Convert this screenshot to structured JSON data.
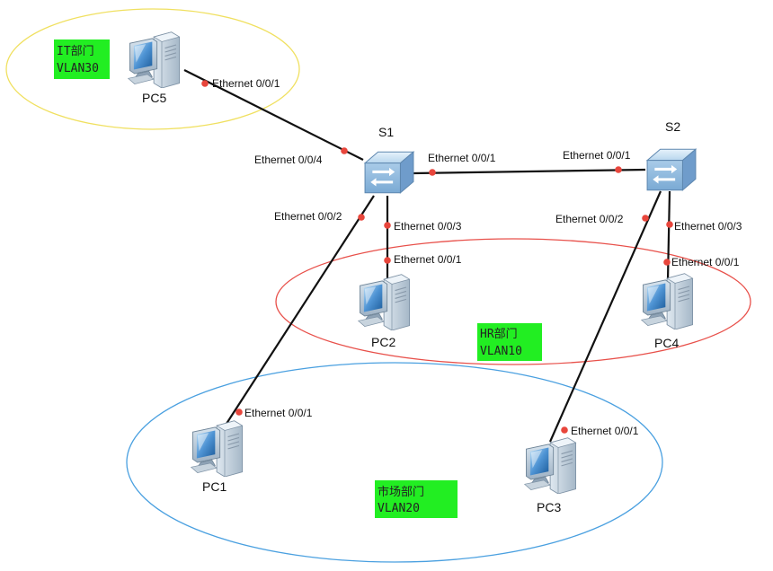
{
  "groups": {
    "it": {
      "name": "IT部门",
      "vlan": "VLAN30",
      "color": "#f0e060"
    },
    "hr": {
      "name": "HR部门",
      "vlan": "VLAN10",
      "color": "#e8504a"
    },
    "mkt": {
      "name": "市场部门",
      "vlan": "VLAN20",
      "color": "#4aa0e0"
    }
  },
  "nodes": {
    "pc5": "PC5",
    "s1": "S1",
    "s2": "S2",
    "pc2": "PC2",
    "pc4": "PC4",
    "pc1": "PC1",
    "pc3": "PC3"
  },
  "ports": {
    "pc5_eth": "Ethernet 0/0/1",
    "s1_e4": "Ethernet 0/0/4",
    "s1_e1": "Ethernet 0/0/1",
    "s2_e1": "Ethernet 0/0/1",
    "s1_e2": "Ethernet 0/0/2",
    "s1_e3": "Ethernet 0/0/3",
    "pc2_eth": "Ethernet 0/0/1",
    "s2_e2": "Ethernet 0/0/2",
    "s2_e3": "Ethernet 0/0/3",
    "pc4_eth": "Ethernet 0/0/1",
    "pc1_eth": "Ethernet 0/0/1",
    "pc3_eth": "Ethernet 0/0/1"
  },
  "colors": {
    "link": "#111111",
    "port_dot": "#e8463c",
    "vlan_bg": "#22ee22"
  }
}
